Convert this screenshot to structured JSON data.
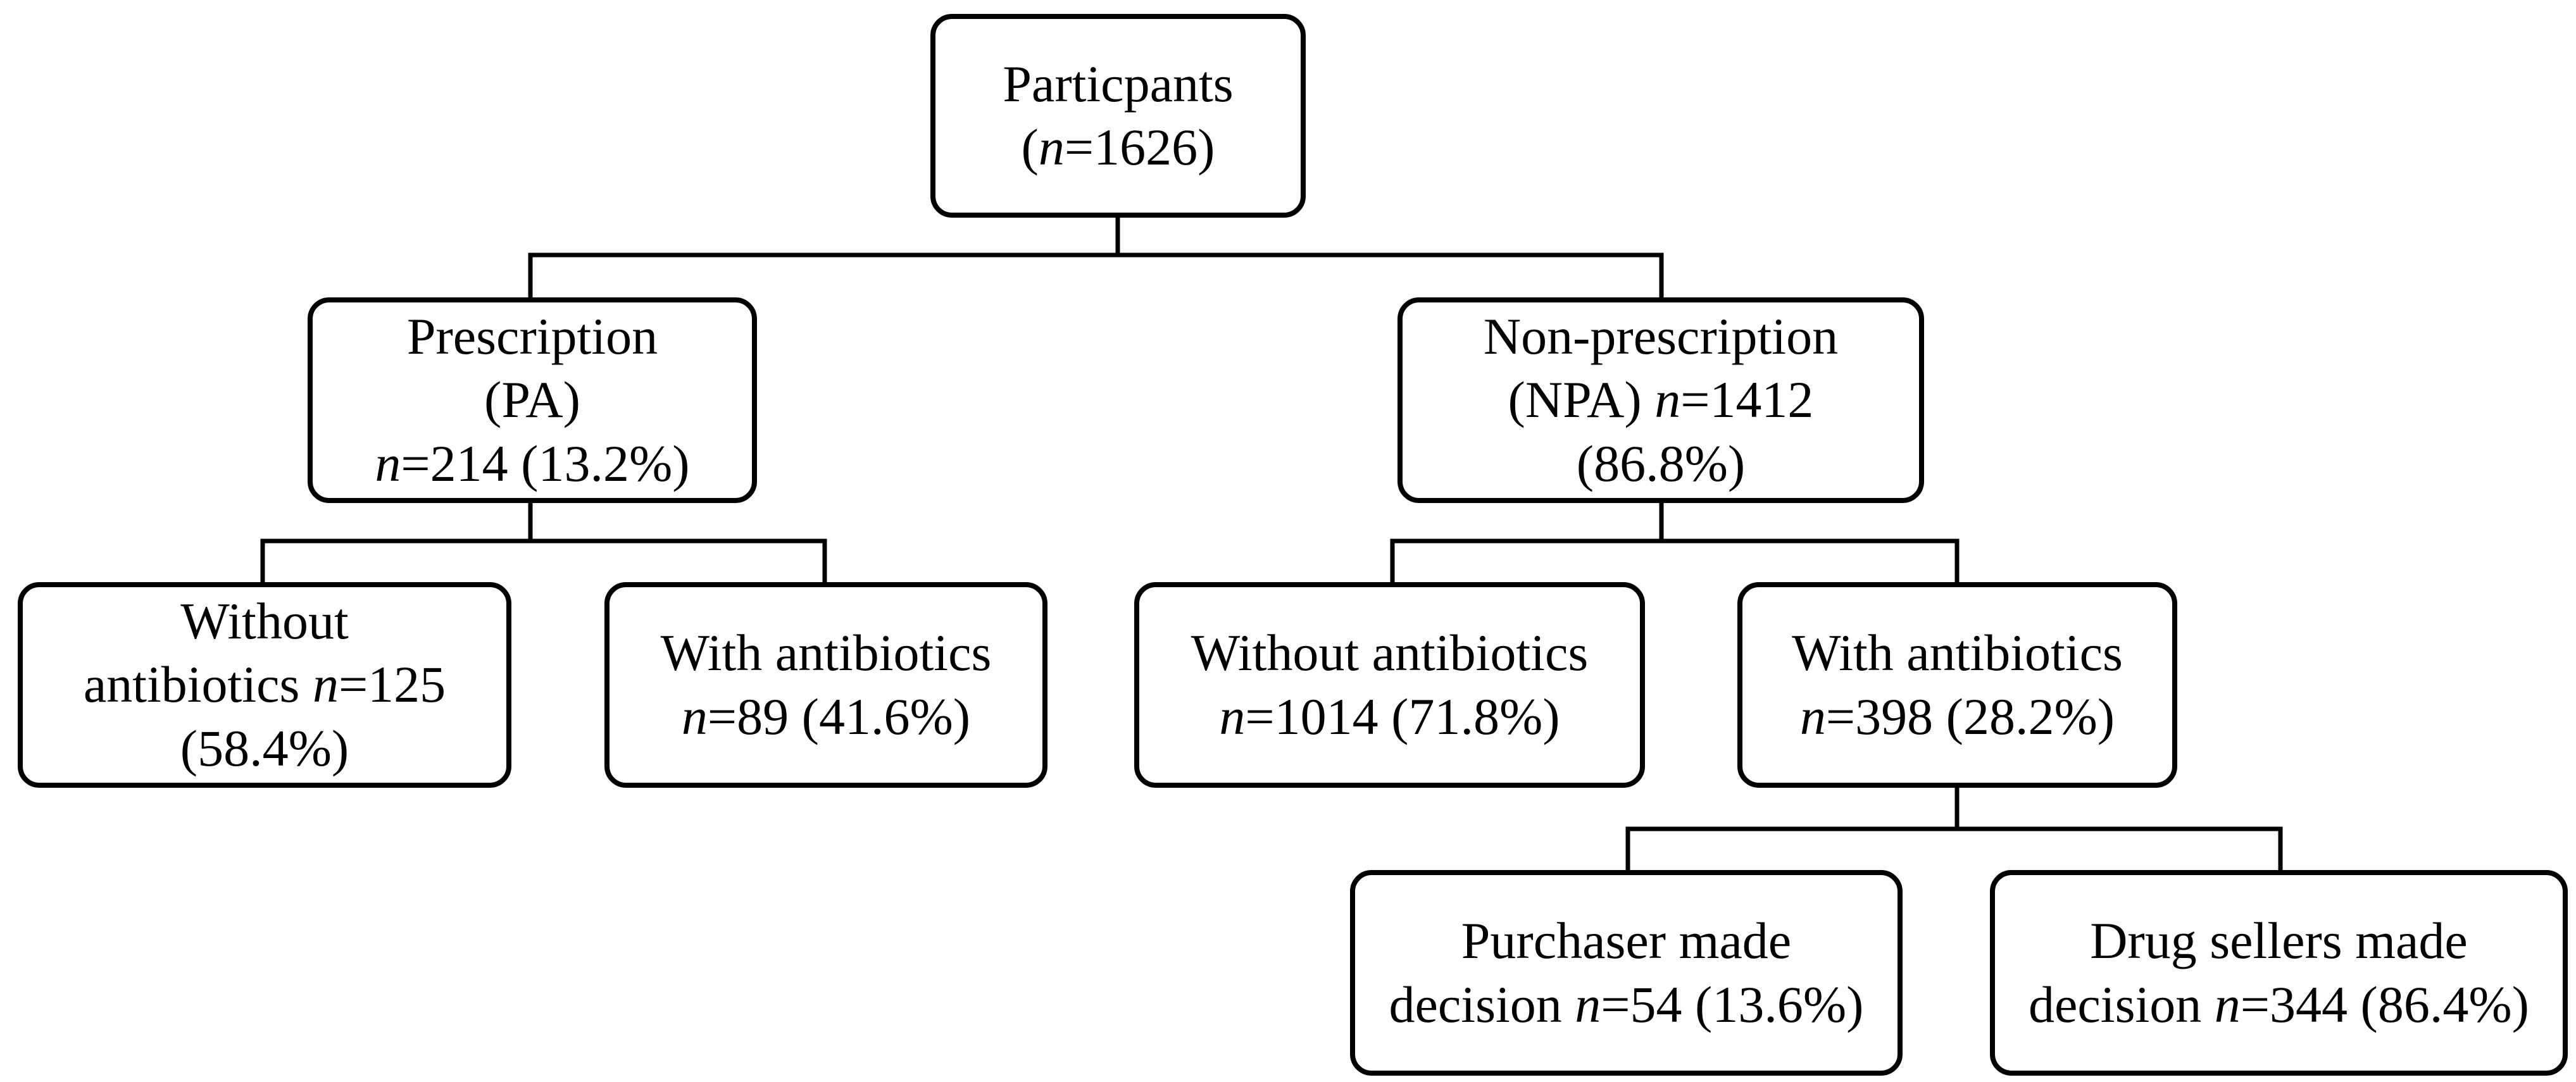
{
  "nodes": {
    "root": {
      "lines": [
        {
          "text": "Particpants"
        },
        {
          "pre": "(",
          "n": "n",
          "post": "=1626)"
        }
      ]
    },
    "pa": {
      "lines": [
        {
          "text": "Prescription"
        },
        {
          "text": "(PA)"
        },
        {
          "n": "n",
          "post": "=214 (13.2%)"
        }
      ]
    },
    "npa": {
      "lines": [
        {
          "text": "Non-prescription"
        },
        {
          "pre": "(NPA) ",
          "n": "n",
          "post": "=1412"
        },
        {
          "text": "(86.8%)"
        }
      ]
    },
    "pa_without": {
      "lines": [
        {
          "text": "Without"
        },
        {
          "pre": "antibiotics ",
          "n": "n",
          "post": "=125"
        },
        {
          "text": "(58.4%)"
        }
      ]
    },
    "pa_with": {
      "lines": [
        {
          "text": "With antibiotics"
        },
        {
          "n": "n",
          "post": "=89 (41.6%)"
        }
      ]
    },
    "npa_without": {
      "lines": [
        {
          "text": "Without antibiotics"
        },
        {
          "n": "n",
          "post": "=1014 (71.8%)"
        }
      ]
    },
    "npa_with": {
      "lines": [
        {
          "text": "With antibiotics"
        },
        {
          "n": "n",
          "post": "=398 (28.2%)"
        }
      ]
    },
    "purchaser": {
      "lines": [
        {
          "text": "Purchaser made"
        },
        {
          "pre": "decision ",
          "n": "n",
          "post": "=54 (13.6%)"
        }
      ]
    },
    "sellers": {
      "lines": [
        {
          "text": "Drug sellers made"
        },
        {
          "pre": "decision ",
          "n": "n",
          "post": "=344 (86.4%)"
        }
      ]
    }
  },
  "edges": [
    [
      "root",
      "pa"
    ],
    [
      "root",
      "npa"
    ],
    [
      "pa",
      "pa_without"
    ],
    [
      "pa",
      "pa_with"
    ],
    [
      "npa",
      "npa_without"
    ],
    [
      "npa",
      "npa_with"
    ],
    [
      "npa_with",
      "purchaser"
    ],
    [
      "npa_with",
      "sellers"
    ]
  ]
}
